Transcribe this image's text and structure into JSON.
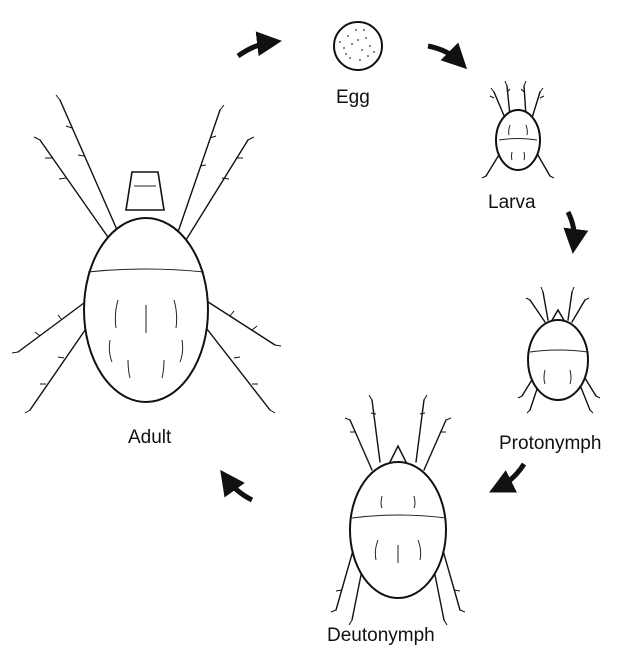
{
  "diagram": {
    "stages": [
      {
        "id": "egg",
        "label": "Egg"
      },
      {
        "id": "larva",
        "label": "Larva"
      },
      {
        "id": "protonymph",
        "label": "Protonymph"
      },
      {
        "id": "deutonymph",
        "label": "Deutonymph"
      },
      {
        "id": "adult",
        "label": "Adult"
      }
    ],
    "arrow_color": "#111111",
    "ink_color": "#111111"
  }
}
